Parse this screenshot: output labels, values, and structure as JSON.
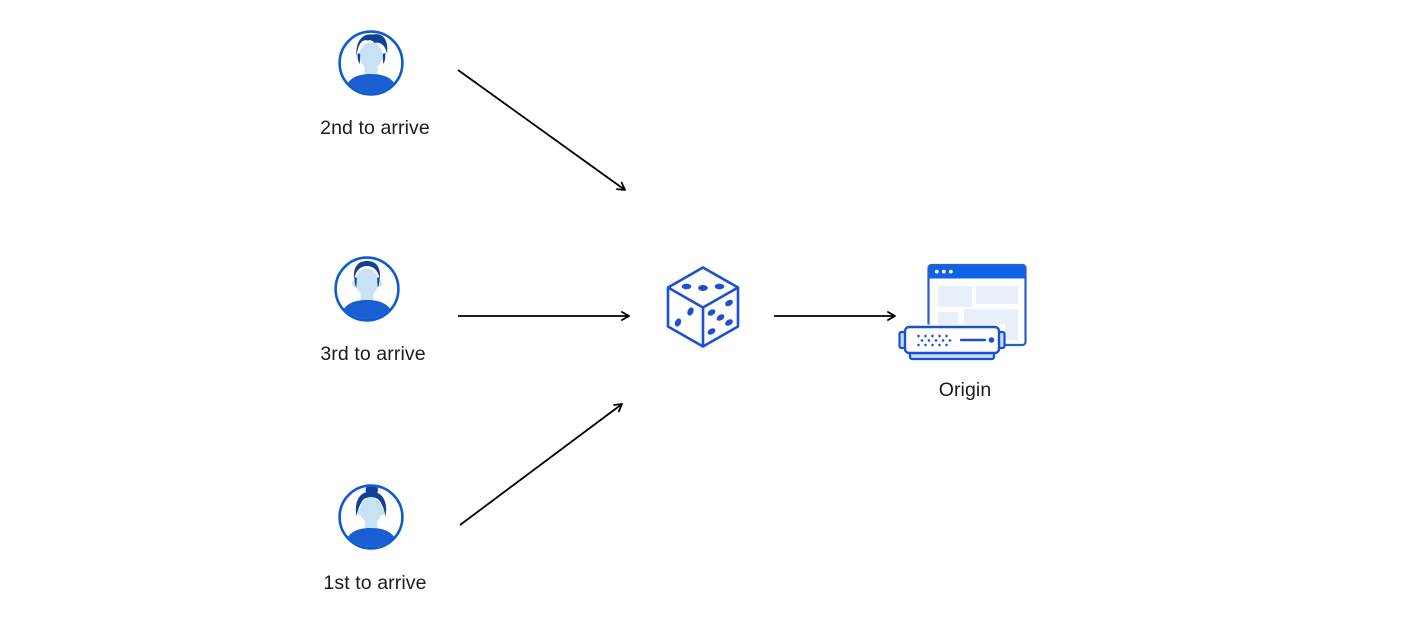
{
  "diagram": {
    "description": "Three visitors arriving in different order are routed through a random-selection dice to a single Origin server",
    "nodes": [
      {
        "id": "visitor-second",
        "type": "user-avatar",
        "icon": "man-quiff-avatar-icon",
        "label": "2nd to arrive"
      },
      {
        "id": "visitor-third",
        "type": "user-avatar",
        "icon": "man-short-hair-avatar-icon",
        "label": "3rd to arrive"
      },
      {
        "id": "visitor-first",
        "type": "user-avatar",
        "icon": "woman-bun-avatar-icon",
        "label": "1st to arrive"
      },
      {
        "id": "dice",
        "type": "random-selector",
        "icon": "dice-icon",
        "label": ""
      },
      {
        "id": "origin",
        "type": "server",
        "icon": "origin-server-browser-icon",
        "label": "Origin"
      }
    ],
    "edges": [
      {
        "from": "visitor-second",
        "to": "dice"
      },
      {
        "from": "visitor-third",
        "to": "dice"
      },
      {
        "from": "visitor-first",
        "to": "dice"
      },
      {
        "from": "dice",
        "to": "origin"
      }
    ]
  },
  "colors": {
    "background": "#ffffff",
    "avatar_ring_blue": "#0d5bd0",
    "hair_dark_blue": "#0f3f96",
    "face_light_blue": "#c8e2f5",
    "shirt_blue": "#1a5fd2",
    "dice_blue": "#1d4fd1",
    "browser_titlebar_blue": "#0d62e8",
    "panel_light_blue": "#e7f0f8",
    "server_fill_blue": "#bfdff4",
    "arrow_black": "#000000",
    "label_text": "#1b1b1b"
  }
}
